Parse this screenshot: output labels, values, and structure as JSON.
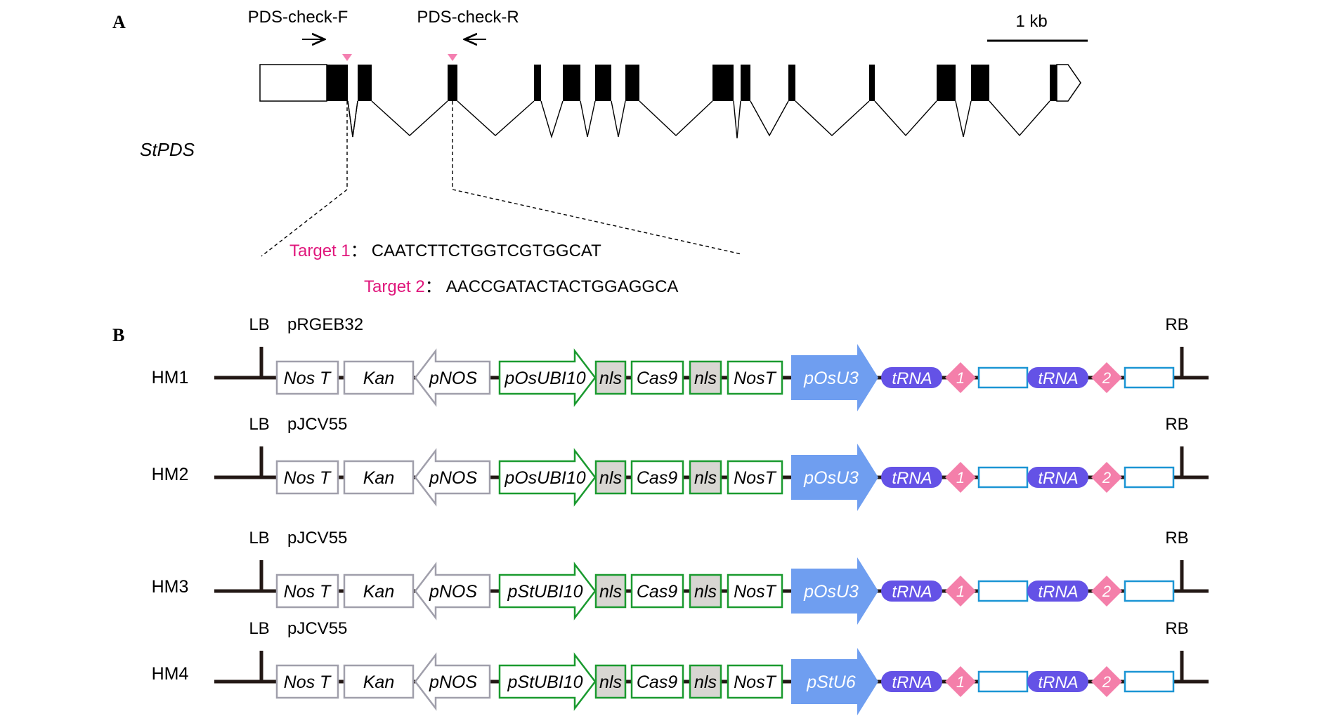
{
  "panel_a": {
    "label": "A",
    "gene_name": "StPDS",
    "primer_f": "PDS-check-F",
    "primer_r": "PDS-check-R",
    "scale_label": "1 kb",
    "targets": [
      {
        "name": "Target 1",
        "separator": "：",
        "sequence": "CAATCTTCTGGTCGTGGCAT"
      },
      {
        "name": "Target 2",
        "separator": "：",
        "sequence": "AACCGATACTACTGGAGGCA"
      }
    ],
    "colors": {
      "target_label": "#e0177c",
      "target_marker": "#f47fb0",
      "exon": "#000000"
    }
  },
  "panel_b": {
    "label": "B",
    "lb": "LB",
    "rb": "RB",
    "constructs": [
      {
        "name": "HM1",
        "vector": "pRGEB32",
        "ubi": "pOsUBI10",
        "u_promoter": "pOsU3"
      },
      {
        "name": "HM2",
        "vector": "pJCV55",
        "ubi": "pOsUBI10",
        "u_promoter": "pOsU3"
      },
      {
        "name": "HM3",
        "vector": "pJCV55",
        "ubi": "pStUBI10",
        "u_promoter": "pOsU3"
      },
      {
        "name": "HM4",
        "vector": "pJCV55",
        "ubi": "pStUBI10",
        "u_promoter": "pStU6"
      }
    ],
    "parts": {
      "nos_t_left": "Nos T",
      "kan": "Kan",
      "pnos": "pNOS",
      "nls": "nls",
      "cas9": "Cas9",
      "nos_t_right": "NosT",
      "trna": "tRNA",
      "grna1": "1",
      "grna2": "2"
    },
    "colors": {
      "gray_box": "#a09fab",
      "green_box": "#1a9a2f",
      "nls_fill": "#d8d6d2",
      "promoter_fill": "#6f9ef0",
      "trna_fill": "#6452e6",
      "diamond_fill": "#f47faa",
      "spacer_box": "#1b95d4",
      "backbone": "#231815"
    }
  }
}
